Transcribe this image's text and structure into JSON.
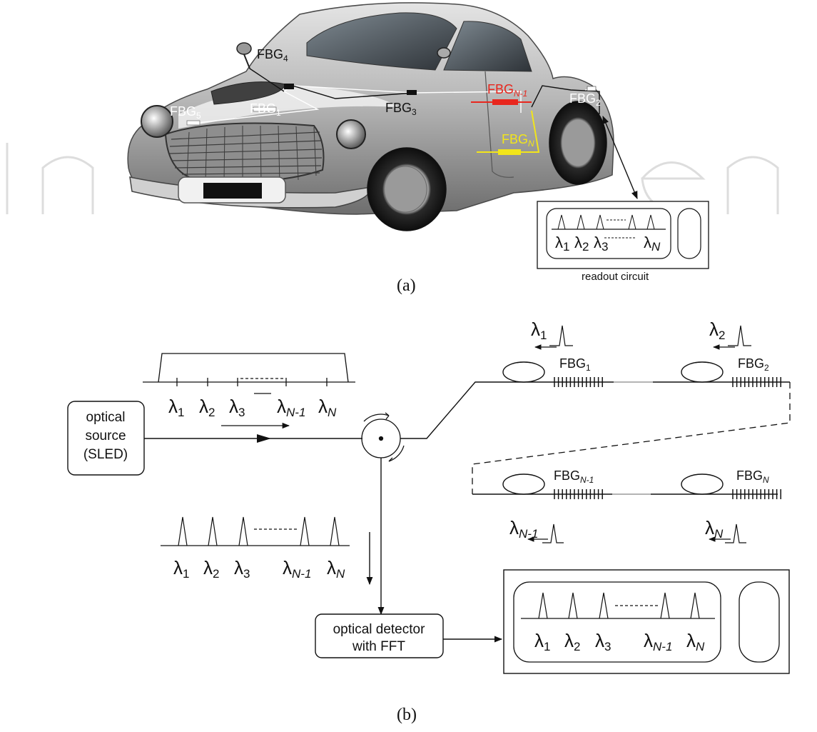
{
  "panel_a": {
    "caption": "(a)",
    "sensors": {
      "fbg1": {
        "base": "FBG",
        "sub": "1"
      },
      "fbg2": {
        "base": "FBG",
        "sub": "2"
      },
      "fbg3": {
        "base": "FBG",
        "sub": "3"
      },
      "fbg4": {
        "base": "FBG",
        "sub": "4"
      },
      "fbg5": {
        "base": "FBG",
        "sub": "5"
      },
      "fbgn1": {
        "base": "FBG",
        "sub": "N-1",
        "color": "#e8261d"
      },
      "fbgn": {
        "base": "FBG",
        "sub": "N",
        "color": "#f2e51a"
      }
    },
    "readout": {
      "label": "readout circuit",
      "lambdas": [
        {
          "base": "λ",
          "sub": "1"
        },
        {
          "base": "λ",
          "sub": "2"
        },
        {
          "base": "λ",
          "sub": "3"
        },
        {
          "base": "λ",
          "sub": "N"
        }
      ]
    }
  },
  "panel_b": {
    "caption": "(b)",
    "source": {
      "line1": "optical",
      "line2": "source",
      "line3": "(SLED)"
    },
    "detector": {
      "line1": "optical detector",
      "line2": "with FFT"
    },
    "lambda_glyph": "λ",
    "source_spectrum": [
      {
        "base": "λ",
        "sub": "1"
      },
      {
        "base": "λ",
        "sub": "2"
      },
      {
        "base": "λ",
        "sub": "3"
      },
      {
        "base": "λ",
        "sub": "N-1"
      },
      {
        "base": "λ",
        "sub": "N"
      }
    ],
    "reflected_spectrum": [
      {
        "base": "λ",
        "sub": "1"
      },
      {
        "base": "λ",
        "sub": "2"
      },
      {
        "base": "λ",
        "sub": "3"
      },
      {
        "base": "λ",
        "sub": "N-1"
      },
      {
        "base": "λ",
        "sub": "N"
      }
    ],
    "output_spectrum": [
      {
        "base": "λ",
        "sub": "1"
      },
      {
        "base": "λ",
        "sub": "2"
      },
      {
        "base": "λ",
        "sub": "3"
      },
      {
        "base": "λ",
        "sub": "N-1"
      },
      {
        "base": "λ",
        "sub": "N"
      }
    ],
    "gratings": [
      {
        "base": "FBG",
        "sub": "1",
        "lambda_sub": "1"
      },
      {
        "base": "FBG",
        "sub": "2",
        "lambda_sub": "2"
      },
      {
        "base": "FBG",
        "sub": "N-1",
        "lambda_sub": "N-1"
      },
      {
        "base": "FBG",
        "sub": "N",
        "lambda_sub": "N"
      }
    ]
  }
}
